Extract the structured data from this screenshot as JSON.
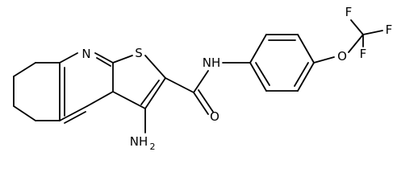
{
  "atoms": {
    "n_ring": "N",
    "s_ring": "S",
    "amide_n": "NH",
    "amide_o": "O",
    "ether_o": "O",
    "amino_n": "NH",
    "amino_sub": "2",
    "f_left": "F",
    "f_right": "F",
    "f_bottom": "F"
  },
  "colors": {
    "bond": "#000000",
    "label": "#000000",
    "background": "#ffffff"
  }
}
